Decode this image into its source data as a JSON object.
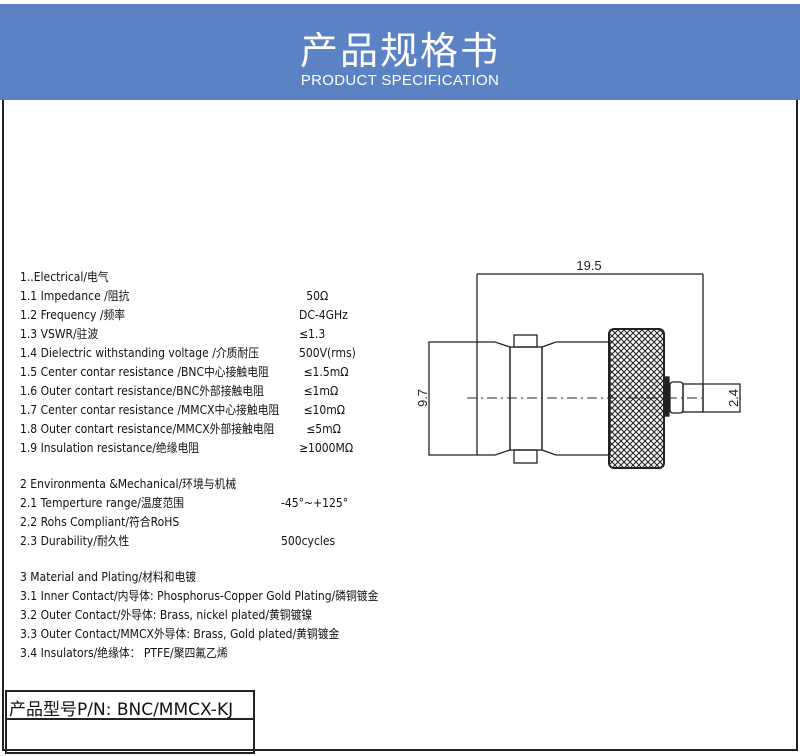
{
  "header": {
    "title": "产品规格书",
    "subtitle": "PRODUCT SPECIFICATION"
  },
  "electrical": {
    "heading": "1..Electrical/电气",
    "items": [
      {
        "label": "1.1 Impedance  /阻抗",
        "value": "50Ω"
      },
      {
        "label": "1.2 Frequency /频率",
        "value": "DC-4GHz"
      },
      {
        "label": "1.3 VSWR/驻波",
        "value": "≤1.3"
      },
      {
        "label": "1.4 Dielectric withstanding voltage /介质耐压",
        "value": "500V(rms)"
      },
      {
        "label": "1.5 Center contar resistance /BNC中心接触电阻",
        "value": "≤1.5mΩ"
      },
      {
        "label": "1.6 Outer contart resistance/BNC外部接触电阻",
        "value": "≤1mΩ"
      },
      {
        "label": "1.7 Center contar resistance /MMCX中心接触电阻",
        "value": "≤10mΩ"
      },
      {
        "label": "1.8 Outer contart resistance/MMCX外部接触电阻",
        "value": "≤5mΩ"
      },
      {
        "label": "1.9 Insulation  resistance/绝缘电阻",
        "value": "≥1000MΩ"
      }
    ]
  },
  "environmental": {
    "heading": "2 Environmenta &Mechanical/环境与机械",
    "items": [
      {
        "label": "2.1 Temperture range/温度范围",
        "value": "-45°~+125°"
      },
      {
        "label": "2.2 Rohs Compliant/符合RoHS",
        "value": ""
      },
      {
        "label": "2.3 Durability/耐久性",
        "value": "500cycles"
      }
    ]
  },
  "material": {
    "heading": "3 Material and Plating/材料和电镀",
    "items": [
      "3.1 Inner Contact/内导体:  Phosphorus-Copper Gold Plating/磷铜镀金",
      "3.2 Outer Contact/外导体: Brass, nickel plated/黄铜镀镍",
      "3.3 Outer Contact/MMCX外导体: Brass, Gold plated/黄铜镀金",
      "3.4 Insulators/绝缘体： PTFE/聚四氟乙烯"
    ]
  },
  "part_number": {
    "label": "产品型号P/N:  BNC/MMCX-KJ"
  },
  "drawing": {
    "length": "19.5",
    "diameter": "9.7",
    "pin_diameter": "2.4"
  },
  "colors": {
    "header_bg": "#5b82c5"
  }
}
